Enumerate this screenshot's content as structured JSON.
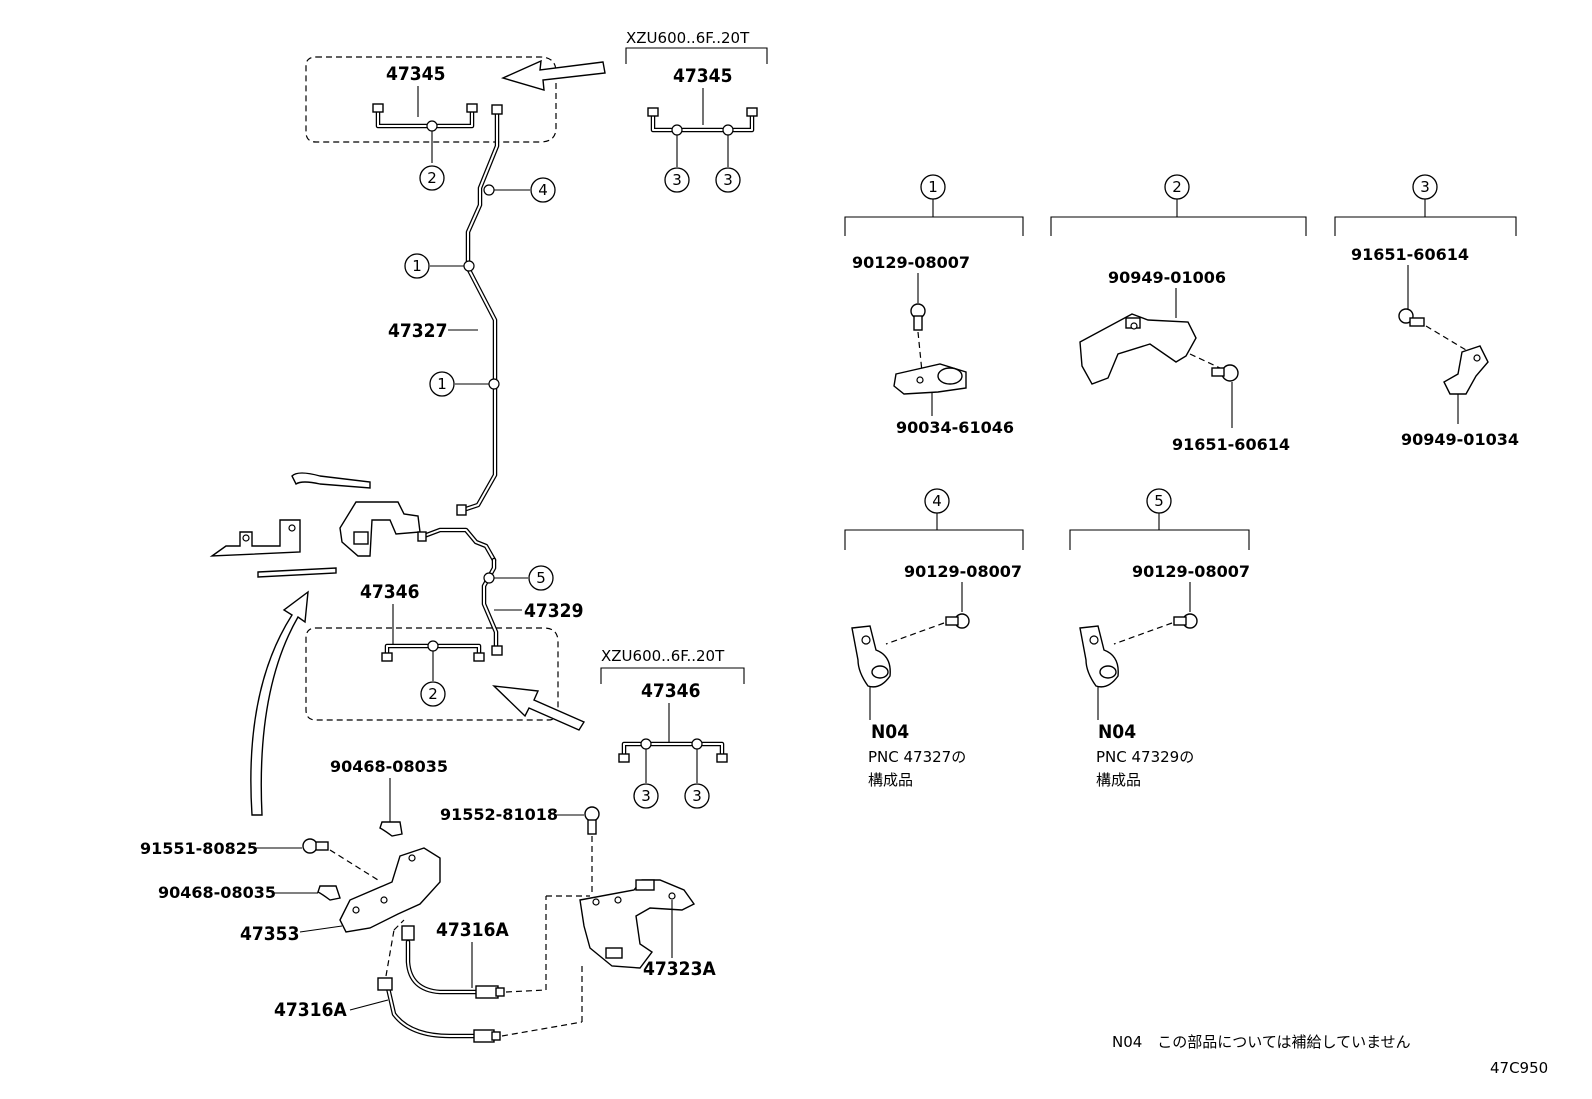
{
  "diagram": {
    "variant_left_top": {
      "model": "XZU600..6F..20T",
      "part": "47345",
      "callouts": [
        "3",
        "3"
      ]
    },
    "variant_left_bottom": {
      "model": "XZU600..6F..20T",
      "part": "47346",
      "callouts": [
        "3",
        "3"
      ]
    },
    "main_parts": {
      "p47345": "47345",
      "p47327": "47327",
      "p47346": "47346",
      "p47329": "47329",
      "p90468a": "90468-08035",
      "p91551": "91551-80825",
      "p90468b": "90468-08035",
      "p47353": "47353",
      "p47316a_1": "47316A",
      "p47316a_2": "47316A",
      "p91552": "91552-81018",
      "p47323a": "47323A"
    },
    "callouts": {
      "c1a": "1",
      "c1b": "1",
      "c2a": "2",
      "c2b": "2",
      "c4": "4",
      "c5": "5"
    },
    "groups": [
      {
        "num": "1",
        "parts": [
          "90129-08007",
          "90034-61046"
        ]
      },
      {
        "num": "2",
        "parts": [
          "90949-01006",
          "91651-60614"
        ]
      },
      {
        "num": "3",
        "parts": [
          "91651-60614",
          "90949-01034"
        ]
      },
      {
        "num": "4",
        "parts": [
          "90129-08007"
        ],
        "note_code": "N04",
        "note": [
          "PNC 47327の",
          "構成品"
        ]
      },
      {
        "num": "5",
        "parts": [
          "90129-08007"
        ],
        "note_code": "N04",
        "note": [
          "PNC 47329の",
          "構成品"
        ]
      }
    ],
    "footnote": "N04　この部品については補給していません",
    "figure_code": "47C950"
  }
}
